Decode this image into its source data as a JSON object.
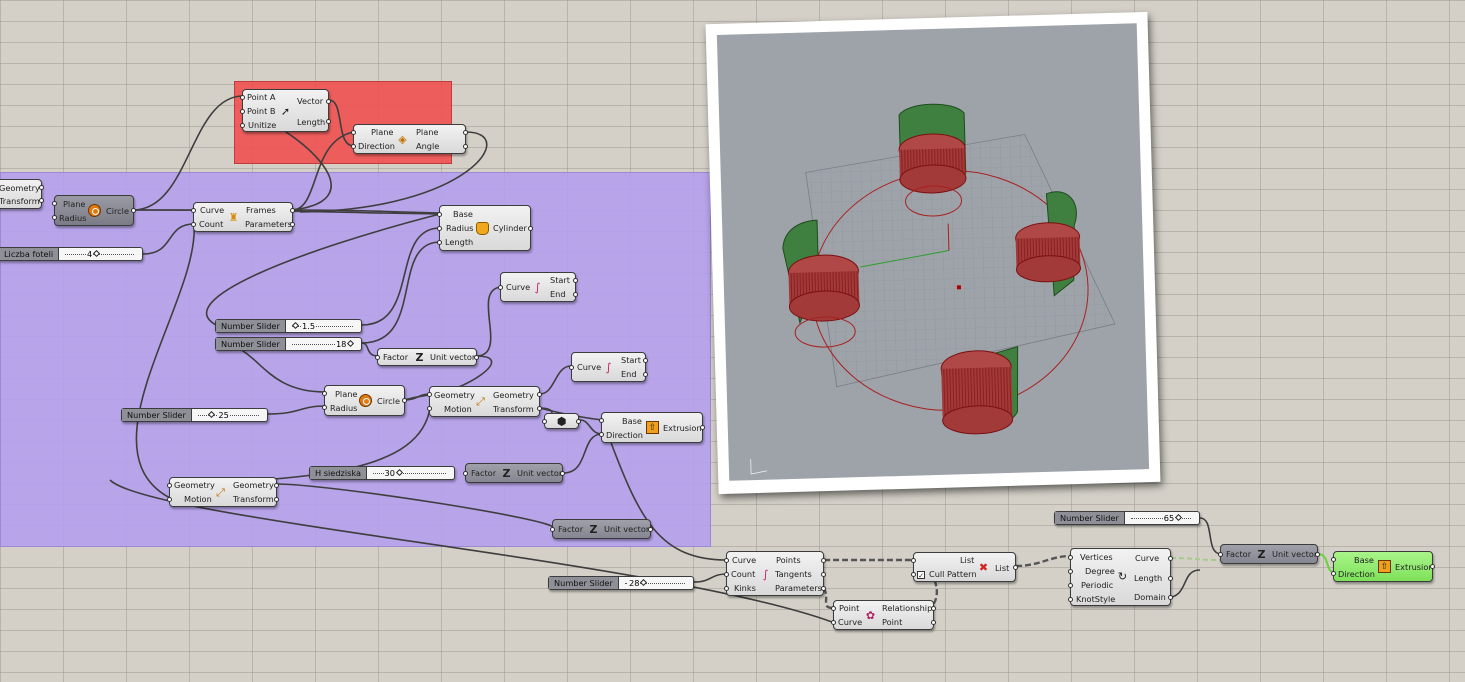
{
  "colors": {
    "canvas": "#d4d0c8",
    "group_red": "#f05a5a",
    "group_purple": "#b7a3ea",
    "component_green": "#90ec6c",
    "wire": "#404040"
  },
  "components": {
    "geometry_transform_left": {
      "in": [
        "Geometry",
        "Transform"
      ]
    },
    "circle1": {
      "in": [
        "Plane",
        "Radius"
      ],
      "out": "Circle",
      "icon": "circle-icon"
    },
    "vector2pt": {
      "in": [
        "Point A",
        "Point B",
        "Unitize"
      ],
      "out": [
        "Vector",
        "Length"
      ],
      "icon": "vector-icon"
    },
    "plane_angle": {
      "in": [
        "Plane",
        "Direction"
      ],
      "out": [
        "Plane",
        "Angle"
      ],
      "icon": "angle-icon"
    },
    "frames": {
      "in": [
        "Curve",
        "Count"
      ],
      "out": [
        "Frames",
        "Parameters"
      ],
      "icon": "frames-icon"
    },
    "cylinder": {
      "in": [
        "Base",
        "Radius",
        "Length"
      ],
      "out": "Cylinder",
      "icon": "cylinder-icon"
    },
    "endpoints1": {
      "in": "Curve",
      "out": [
        "Start",
        "End"
      ],
      "icon": "curve-icon"
    },
    "unitz1": {
      "in": "Factor",
      "out": "Unit vector",
      "icon": "unit-z-icon"
    },
    "endpoints2": {
      "in": "Curve",
      "out": [
        "Start",
        "End"
      ],
      "icon": "curve-icon"
    },
    "circle2": {
      "in": [
        "Plane",
        "Radius"
      ],
      "out": "Circle",
      "icon": "circle-icon"
    },
    "move1": {
      "in": [
        "Geometry",
        "Motion"
      ],
      "out": [
        "Geometry",
        "Transform"
      ],
      "icon": "move-icon"
    },
    "extrusion1": {
      "in": [
        "Base",
        "Direction"
      ],
      "out": "Extrusion",
      "icon": "extrude-icon"
    },
    "move2": {
      "in": [
        "Geometry",
        "Motion"
      ],
      "out": [
        "Geometry",
        "Transform"
      ],
      "icon": "move-icon"
    },
    "unitz2": {
      "in": "Factor",
      "out": "Unit vector",
      "icon": "unit-z-icon"
    },
    "unitz3": {
      "in": "Factor",
      "out": "Unit vector",
      "icon": "unit-z-icon"
    },
    "divide": {
      "in": [
        "Curve",
        "Count",
        "Kinks"
      ],
      "out": [
        "Points",
        "Tangents",
        "Parameters"
      ],
      "icon": "divide-icon"
    },
    "cullpattern": {
      "in": [
        "List",
        "Cull Pattern"
      ],
      "out": "List",
      "icon": "cull-icon"
    },
    "closest": {
      "in": [
        "Point",
        "Curve"
      ],
      "out": [
        "Relationship",
        "Point"
      ],
      "icon": "containment-icon"
    },
    "interpolate": {
      "in": [
        "Vertices",
        "Degree",
        "Periodic",
        "KnotStyle"
      ],
      "out": [
        "Curve",
        "Length",
        "Domain"
      ],
      "icon": "interpolate-icon"
    },
    "unitz4": {
      "in": "Factor",
      "out": "Unit vector",
      "icon": "unit-z-icon"
    },
    "extrusion2": {
      "in": [
        "Base",
        "Direction"
      ],
      "out": "Extrusion",
      "icon": "extrude-icon"
    }
  },
  "sliders": {
    "s_fotele": {
      "name": "Liczba foteli",
      "value": "4",
      "fraction": 0.45
    },
    "s_15": {
      "name": "Number Slider",
      "value": "1.5",
      "fraction": 0.05
    },
    "s_18": {
      "name": "Number Slider",
      "value": "18",
      "fraction": 0.95
    },
    "s_25": {
      "name": "Number Slider",
      "value": "25",
      "fraction": 0.22
    },
    "s_30": {
      "name": "H siedziska",
      "value": "30",
      "fraction": 0.35
    },
    "s_28": {
      "name": "Number Slider",
      "value": "28",
      "fraction": 0.3
    },
    "s_65": {
      "name": "Number Slider",
      "value": "65",
      "fraction": 0.78
    }
  }
}
